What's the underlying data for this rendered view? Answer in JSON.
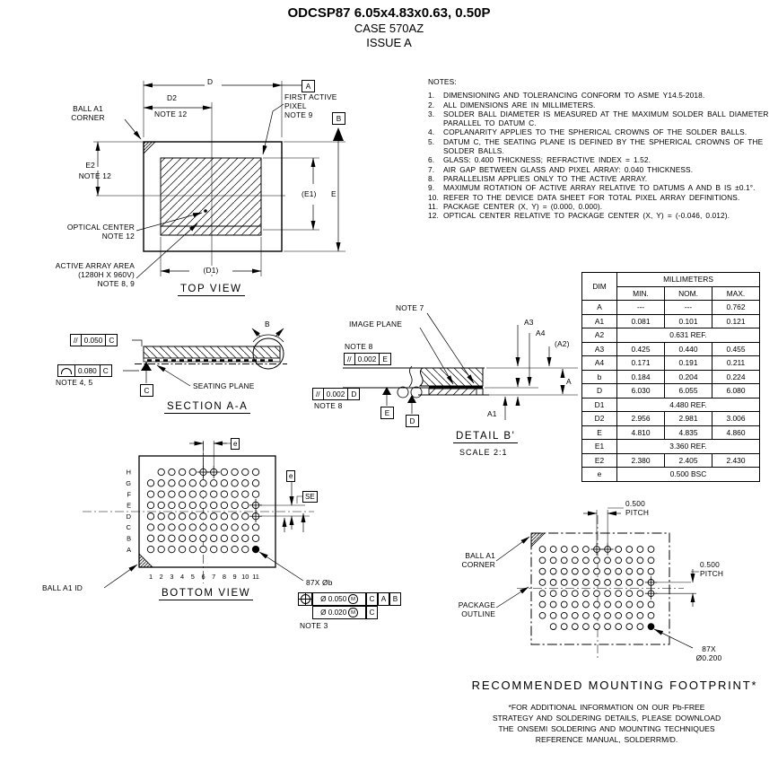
{
  "header": {
    "product": "ODCSP87 6.05x4.83x0.63, 0.50P",
    "case": "CASE 570AZ",
    "issue": "ISSUE A"
  },
  "notes": {
    "heading": "NOTES:",
    "items": [
      {
        "n": "1.",
        "t": "DIMENSIONING AND TOLERANCING CONFORM TO ASME Y14.5-2018."
      },
      {
        "n": "2.",
        "t": "ALL DIMENSIONS ARE IN MILLIMETERS."
      },
      {
        "n": "3.",
        "t": "SOLDER BALL DIAMETER IS MEASURED AT THE MAXIMUM SOLDER BALL DIAMETER PARALLEL TO DATUM C."
      },
      {
        "n": "4.",
        "t": "COPLANARITY APPLIES TO THE SPHERICAL CROWNS OF THE SOLDER BALLS."
      },
      {
        "n": "5.",
        "t": "DATUM C, THE SEATING PLANE IS DEFINED BY THE SPHERICAL CROWNS OF THE SOLDER BALLS."
      },
      {
        "n": "6.",
        "t": "GLASS: 0.400 THICKNESS; REFRACTIVE INDEX = 1.52."
      },
      {
        "n": "7.",
        "t": "AIR GAP BETWEEN GLASS AND PIXEL ARRAY: 0.040 THICKNESS."
      },
      {
        "n": "8.",
        "t": "PARALLELISM APPLIES ONLY TO THE ACTIVE ARRAY."
      },
      {
        "n": "9.",
        "t": "MAXIMUM ROTATION OF ACTIVE ARRAY RELATIVE TO DATUMS A AND B IS ±0.1°."
      },
      {
        "n": "10.",
        "t": "REFER TO THE DEVICE DATA SHEET FOR TOTAL PIXEL ARRAY DEFINITIONS."
      },
      {
        "n": "11.",
        "t": "PACKAGE CENTER (X, Y) = (0.000, 0.000)."
      },
      {
        "n": "12.",
        "t": "OPTICAL CENTER RELATIVE TO PACKAGE CENTER (X, Y) = (-0.046, 0.012)."
      }
    ]
  },
  "dim_table": {
    "dim_header": "DIM",
    "group_header": "MILLIMETERS",
    "sub_headers": [
      "MIN.",
      "NOM.",
      "MAX."
    ],
    "rows": [
      {
        "dim": "A",
        "min": "---",
        "nom": "---",
        "max": "0.762"
      },
      {
        "dim": "A1",
        "min": "0.081",
        "nom": "0.101",
        "max": "0.121"
      },
      {
        "dim": "A2",
        "span": "0.631 REF."
      },
      {
        "dim": "A3",
        "min": "0.425",
        "nom": "0.440",
        "max": "0.455"
      },
      {
        "dim": "A4",
        "min": "0.171",
        "nom": "0.191",
        "max": "0.211"
      },
      {
        "dim": "b",
        "min": "0.184",
        "nom": "0.204",
        "max": "0.224"
      },
      {
        "dim": "D",
        "min": "6.030",
        "nom": "6.055",
        "max": "6.080"
      },
      {
        "dim": "D1",
        "span": "4.480 REF."
      },
      {
        "dim": "D2",
        "min": "2.956",
        "nom": "2.981",
        "max": "3.006"
      },
      {
        "dim": "E",
        "min": "4.810",
        "nom": "4.835",
        "max": "4.860"
      },
      {
        "dim": "E1",
        "span": "3.360 REF."
      },
      {
        "dim": "E2",
        "min": "2.380",
        "nom": "2.405",
        "max": "2.430"
      },
      {
        "dim": "e",
        "span": "0.500 BSC"
      }
    ]
  },
  "top_view": {
    "title": "TOP VIEW",
    "ball_a1_corner": "BALL A1\nCORNER",
    "dim_d": "D",
    "dim_d2": "D2",
    "dim_d2_note": "NOTE 12",
    "first_active_pixel": "FIRST ACTIVE\nPIXEL\nNOTE 9",
    "dim_e2": "E2",
    "dim_e2_note": "NOTE 12",
    "dim_e1": "(E1)",
    "dim_e": "E",
    "dim_d1": "(D1)",
    "optical_center": "OPTICAL CENTER\nNOTE 12",
    "active_array": "ACTIVE ARRAY AREA\n(1280H X 960V)\nNOTE 8, 9",
    "datum_a": "A",
    "datum_b": "B"
  },
  "section_aa": {
    "title": "SECTION A-A",
    "fcf_parallel": {
      "sym": "//",
      "tol": "0.050",
      "datum": "C"
    },
    "fcf_profile": {
      "tol": "0.080",
      "datum": "C"
    },
    "fcf_profile_note": "NOTE 4, 5",
    "seating_plane": "SEATING PLANE",
    "datum_c": "C",
    "rotation_label": "B"
  },
  "detail_b": {
    "title": "DETAIL B'",
    "scale": "SCALE 2:1",
    "note7": "NOTE 7",
    "image_plane": "IMAGE PLANE",
    "note8_top": "NOTE 8",
    "note8_bottom": "NOTE 8",
    "fcf_e": {
      "sym": "//",
      "tol": "0.002",
      "datum": "E"
    },
    "fcf_d": {
      "sym": "//",
      "tol": "0.002",
      "datum": "D"
    },
    "datum_e": "E",
    "datum_d": "D",
    "dim_a3": "A3",
    "dim_a4": "A4",
    "dim_a2": "(A2)",
    "dim_a": "A",
    "dim_a1": "A1"
  },
  "bottom_view": {
    "title": "BOTTOM VIEW",
    "ball_a1_id": "BALL A1 ID",
    "pitch_top": "e",
    "pitch_right": "e",
    "offset_label": "SE",
    "ball_callout": "87X Øb",
    "note3": "NOTE 3",
    "fcf_position": {
      "row1": {
        "tol": "Ø 0.050",
        "mod": "M",
        "d1": "C",
        "d2": "A",
        "d3": "B"
      },
      "row2": {
        "tol": "Ø 0.020",
        "mod": "M",
        "d1": "C"
      }
    },
    "grid": {
      "rows": 8,
      "cols": 11,
      "row_labels": [
        "H",
        "G",
        "F",
        "E",
        "D",
        "C",
        "B",
        "A"
      ],
      "col_labels": [
        "1",
        "2",
        "3",
        "4",
        "5",
        "6",
        "7",
        "8",
        "9",
        "10",
        "11"
      ],
      "missing": [
        "0,0"
      ],
      "crosshair": [
        "0,5",
        "0,6",
        "3,10",
        "4,10"
      ],
      "filled": [
        "7,10"
      ]
    }
  },
  "footprint": {
    "title": "RECOMMENDED MOUNTING FOOTPRINT*",
    "ball_a1_corner": "BALL A1\nCORNER",
    "package_outline": "PACKAGE\nOUTLINE",
    "pitch_top": "0.500\nPITCH",
    "pitch_right": "0.500\nPITCH",
    "pad_callout": "87X\nØ0.200",
    "grid": {
      "rows": 8,
      "cols": 11,
      "missing": [
        "7,0"
      ],
      "crosshair": [
        "0,5",
        "0,6",
        "3,10",
        "4,10"
      ],
      "filled": [
        "7,10"
      ]
    }
  },
  "footnote": "*FOR ADDITIONAL INFORMATION ON OUR Pb-FREE\nSTRATEGY AND SOLDERING DETAILS, PLEASE DOWNLOAD\nTHE ONSEMI SOLDERING AND MOUNTING TECHNIQUES\nREFERENCE MANUAL, SOLDERRM/D.",
  "colors": {
    "ink": "#000000",
    "paper": "#ffffff"
  }
}
